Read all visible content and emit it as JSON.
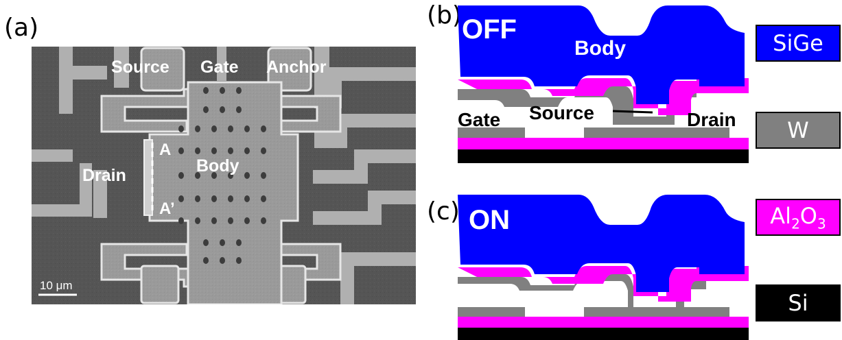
{
  "panels": {
    "a": {
      "label": "(a)"
    },
    "b": {
      "label": "(b)"
    },
    "c": {
      "label": "(c)"
    }
  },
  "sem": {
    "labels": {
      "source": "Source",
      "gate": "Gate",
      "anchor": "Anchor",
      "drain": "Drain",
      "body": "Body",
      "a": "A",
      "a_prime": "A’"
    },
    "scale_bar": "10 μm"
  },
  "cross_section_off": {
    "state": "OFF",
    "body": "Body",
    "source": "Source",
    "gate": "Gate",
    "drain": "Drain"
  },
  "cross_section_on": {
    "state": "ON"
  },
  "legend": [
    {
      "name": "sige",
      "label": "SiGe",
      "bg": "#0000ff",
      "fg": "#ffffff"
    },
    {
      "name": "w",
      "label": "W",
      "bg": "#808080",
      "fg": "#ffffff"
    },
    {
      "name": "al2o3",
      "label_main": "Al",
      "sub1": "2",
      "label_mid": "O",
      "sub2": "3",
      "bg": "#ff00ff",
      "fg": "#ffffff"
    },
    {
      "name": "si",
      "label": "Si",
      "bg": "#000000",
      "fg": "#ffffff"
    }
  ],
  "colors": {
    "sige": "#0000ff",
    "w": "#808080",
    "al2o3": "#ff00ff",
    "si": "#000000"
  }
}
